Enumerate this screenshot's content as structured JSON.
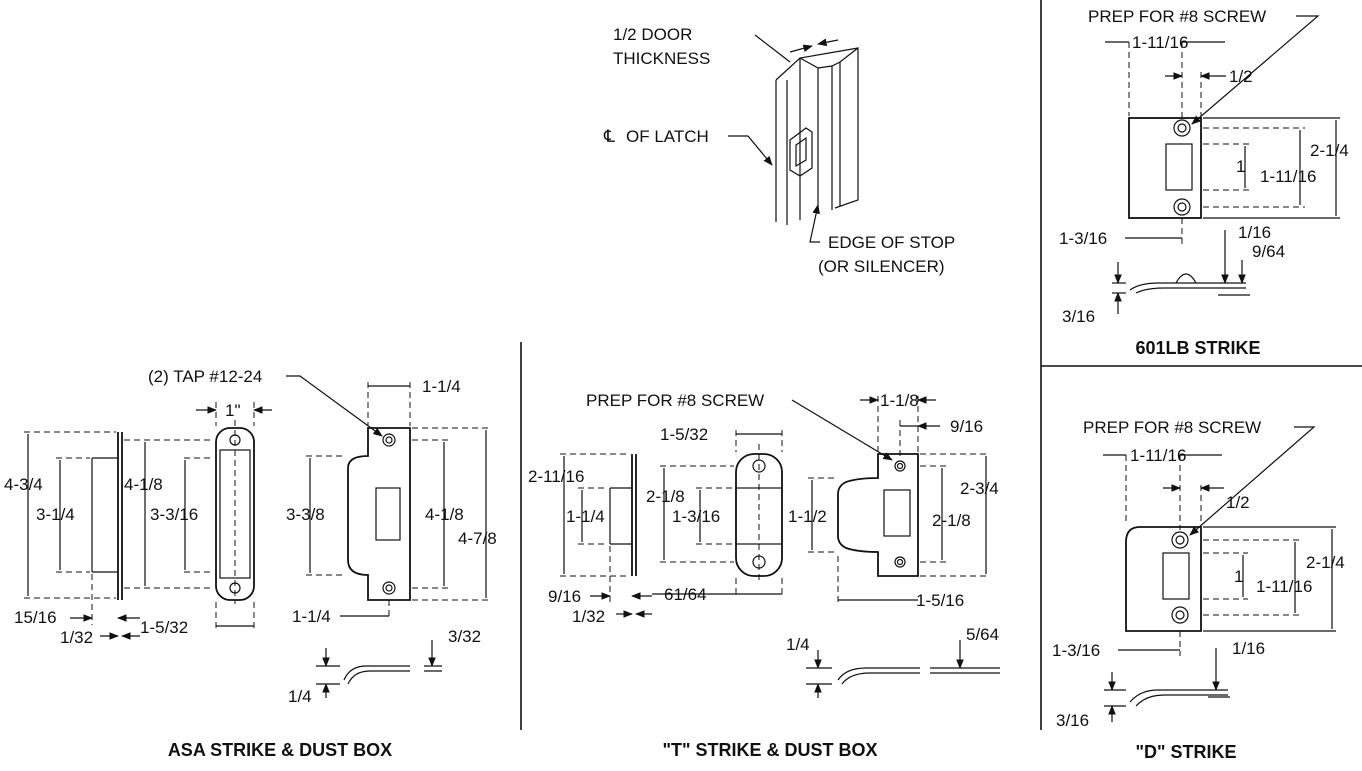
{
  "edge_detail": {
    "door_thickness_1": "1/2 DOOR",
    "door_thickness_2": "THICKNESS",
    "cl_symbol": "℄",
    "latch_label": "OF LATCH",
    "stop_label_1": "EDGE OF STOP",
    "stop_label_2": "(OR SILENCER)"
  },
  "strike_601lb": {
    "title": "601LB STRIKE",
    "prep_label": "PREP FOR #8 SCREW",
    "dims": {
      "width_a": "1-11/16",
      "offset_a": "1/2",
      "height_total": "2-1/4",
      "height_holes": "1-11/16",
      "opening": "1",
      "lip": "1-3/16",
      "thick_a": "1/16",
      "thick_b": "9/64",
      "drop": "3/16"
    }
  },
  "strike_d": {
    "title": "\"D\" STRIKE",
    "prep_label": "PREP FOR #8 SCREW",
    "dims": {
      "width_a": "1-11/16",
      "offset_a": "1/2",
      "height_total": "2-1/4",
      "height_holes": "1-11/16",
      "opening": "1",
      "lip": "1-3/16",
      "thick_a": "1/16",
      "drop": "3/16"
    }
  },
  "asa_strike": {
    "title": "ASA STRIKE & DUST BOX",
    "tap_label": "(2) TAP #12-24",
    "dims": {
      "box_height": "4-3/4",
      "box_inner": "3-1/4",
      "box_depth": "15/16",
      "flange": "1/32",
      "plate_height": "4-1/8",
      "plate_inner": "3-3/16",
      "plate_width": "1\"",
      "plate_base": "1-5/32",
      "strike_width": "1-1/4",
      "strike_lip_h": "3-3/8",
      "strike_holes": "4-1/8",
      "strike_total": "4-7/8",
      "strike_lip": "1-1/4",
      "thick": "3/32",
      "offset": "1/4"
    }
  },
  "t_strike": {
    "title": "\"T\" STRIKE & DUST BOX",
    "prep_label": "PREP FOR #8 SCREW",
    "dims": {
      "box_height": "2-11/16",
      "box_inner": "1-1/4",
      "box_depth": "9/16",
      "flange": "1/32",
      "plate_width": "1-5/32",
      "plate_height": "2-1/8",
      "plate_inner": "1-3/16",
      "plate_base": "61/64",
      "strike_width": "1-1/8",
      "strike_right": "9/16",
      "strike_lip_h": "1-1/2",
      "strike_holes": "2-1/8",
      "strike_total": "2-3/4",
      "strike_lip": "1-5/16",
      "thick_a": "1/4",
      "thick_b": "5/64"
    }
  }
}
